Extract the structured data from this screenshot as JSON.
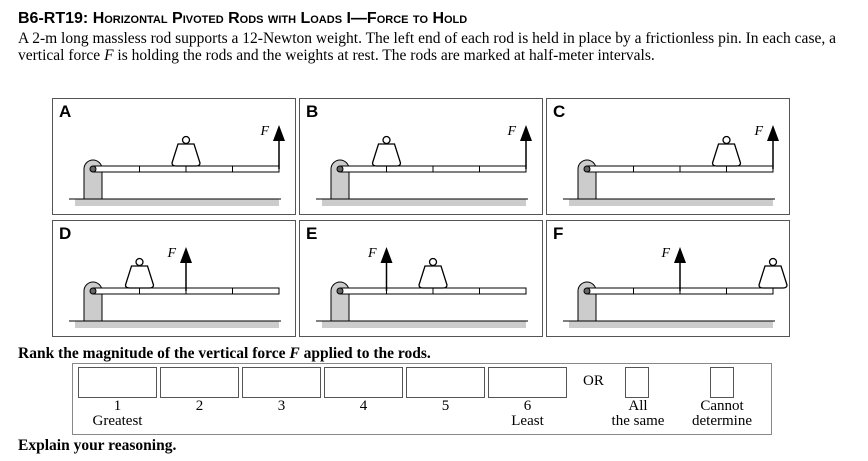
{
  "header": {
    "code": "B6-RT19:",
    "title": "Horizontal Pivoted Rods with Loads I—Force to Hold"
  },
  "intro": {
    "p1": "A 2-m long massless rod supports a 12-Newton weight. The left end of each rod is held in place by a frictionless pin. In each case, a vertical force ",
    "f": "F",
    "p2": " is holding the rods and the weights at rest. The rods are marked at half-meter intervals."
  },
  "force_label": "F",
  "panels": [
    {
      "label": "A",
      "weight_position_m": 1.0,
      "force_position_m": 2.0
    },
    {
      "label": "B",
      "weight_position_m": 0.5,
      "force_position_m": 2.0
    },
    {
      "label": "C",
      "weight_position_m": 1.5,
      "force_position_m": 2.0
    },
    {
      "label": "D",
      "weight_position_m": 0.5,
      "force_position_m": 1.0
    },
    {
      "label": "E",
      "weight_position_m": 1.0,
      "force_position_m": 0.5
    },
    {
      "label": "F",
      "weight_position_m": 2.0,
      "force_position_m": 1.0
    }
  ],
  "question": {
    "p1": "Rank the magnitude of the vertical force ",
    "f": "F",
    "p2": " applied to the rods."
  },
  "ranking": {
    "slots": [
      {
        "num": "1",
        "sub": "Greatest"
      },
      {
        "num": "2",
        "sub": ""
      },
      {
        "num": "3",
        "sub": ""
      },
      {
        "num": "4",
        "sub": ""
      },
      {
        "num": "5",
        "sub": ""
      },
      {
        "num": "6",
        "sub": "Least"
      }
    ],
    "or": "OR",
    "all_same": [
      "All",
      "the same"
    ],
    "cannot": [
      "Cannot",
      "determine"
    ]
  },
  "explain": "Explain your reasoning."
}
